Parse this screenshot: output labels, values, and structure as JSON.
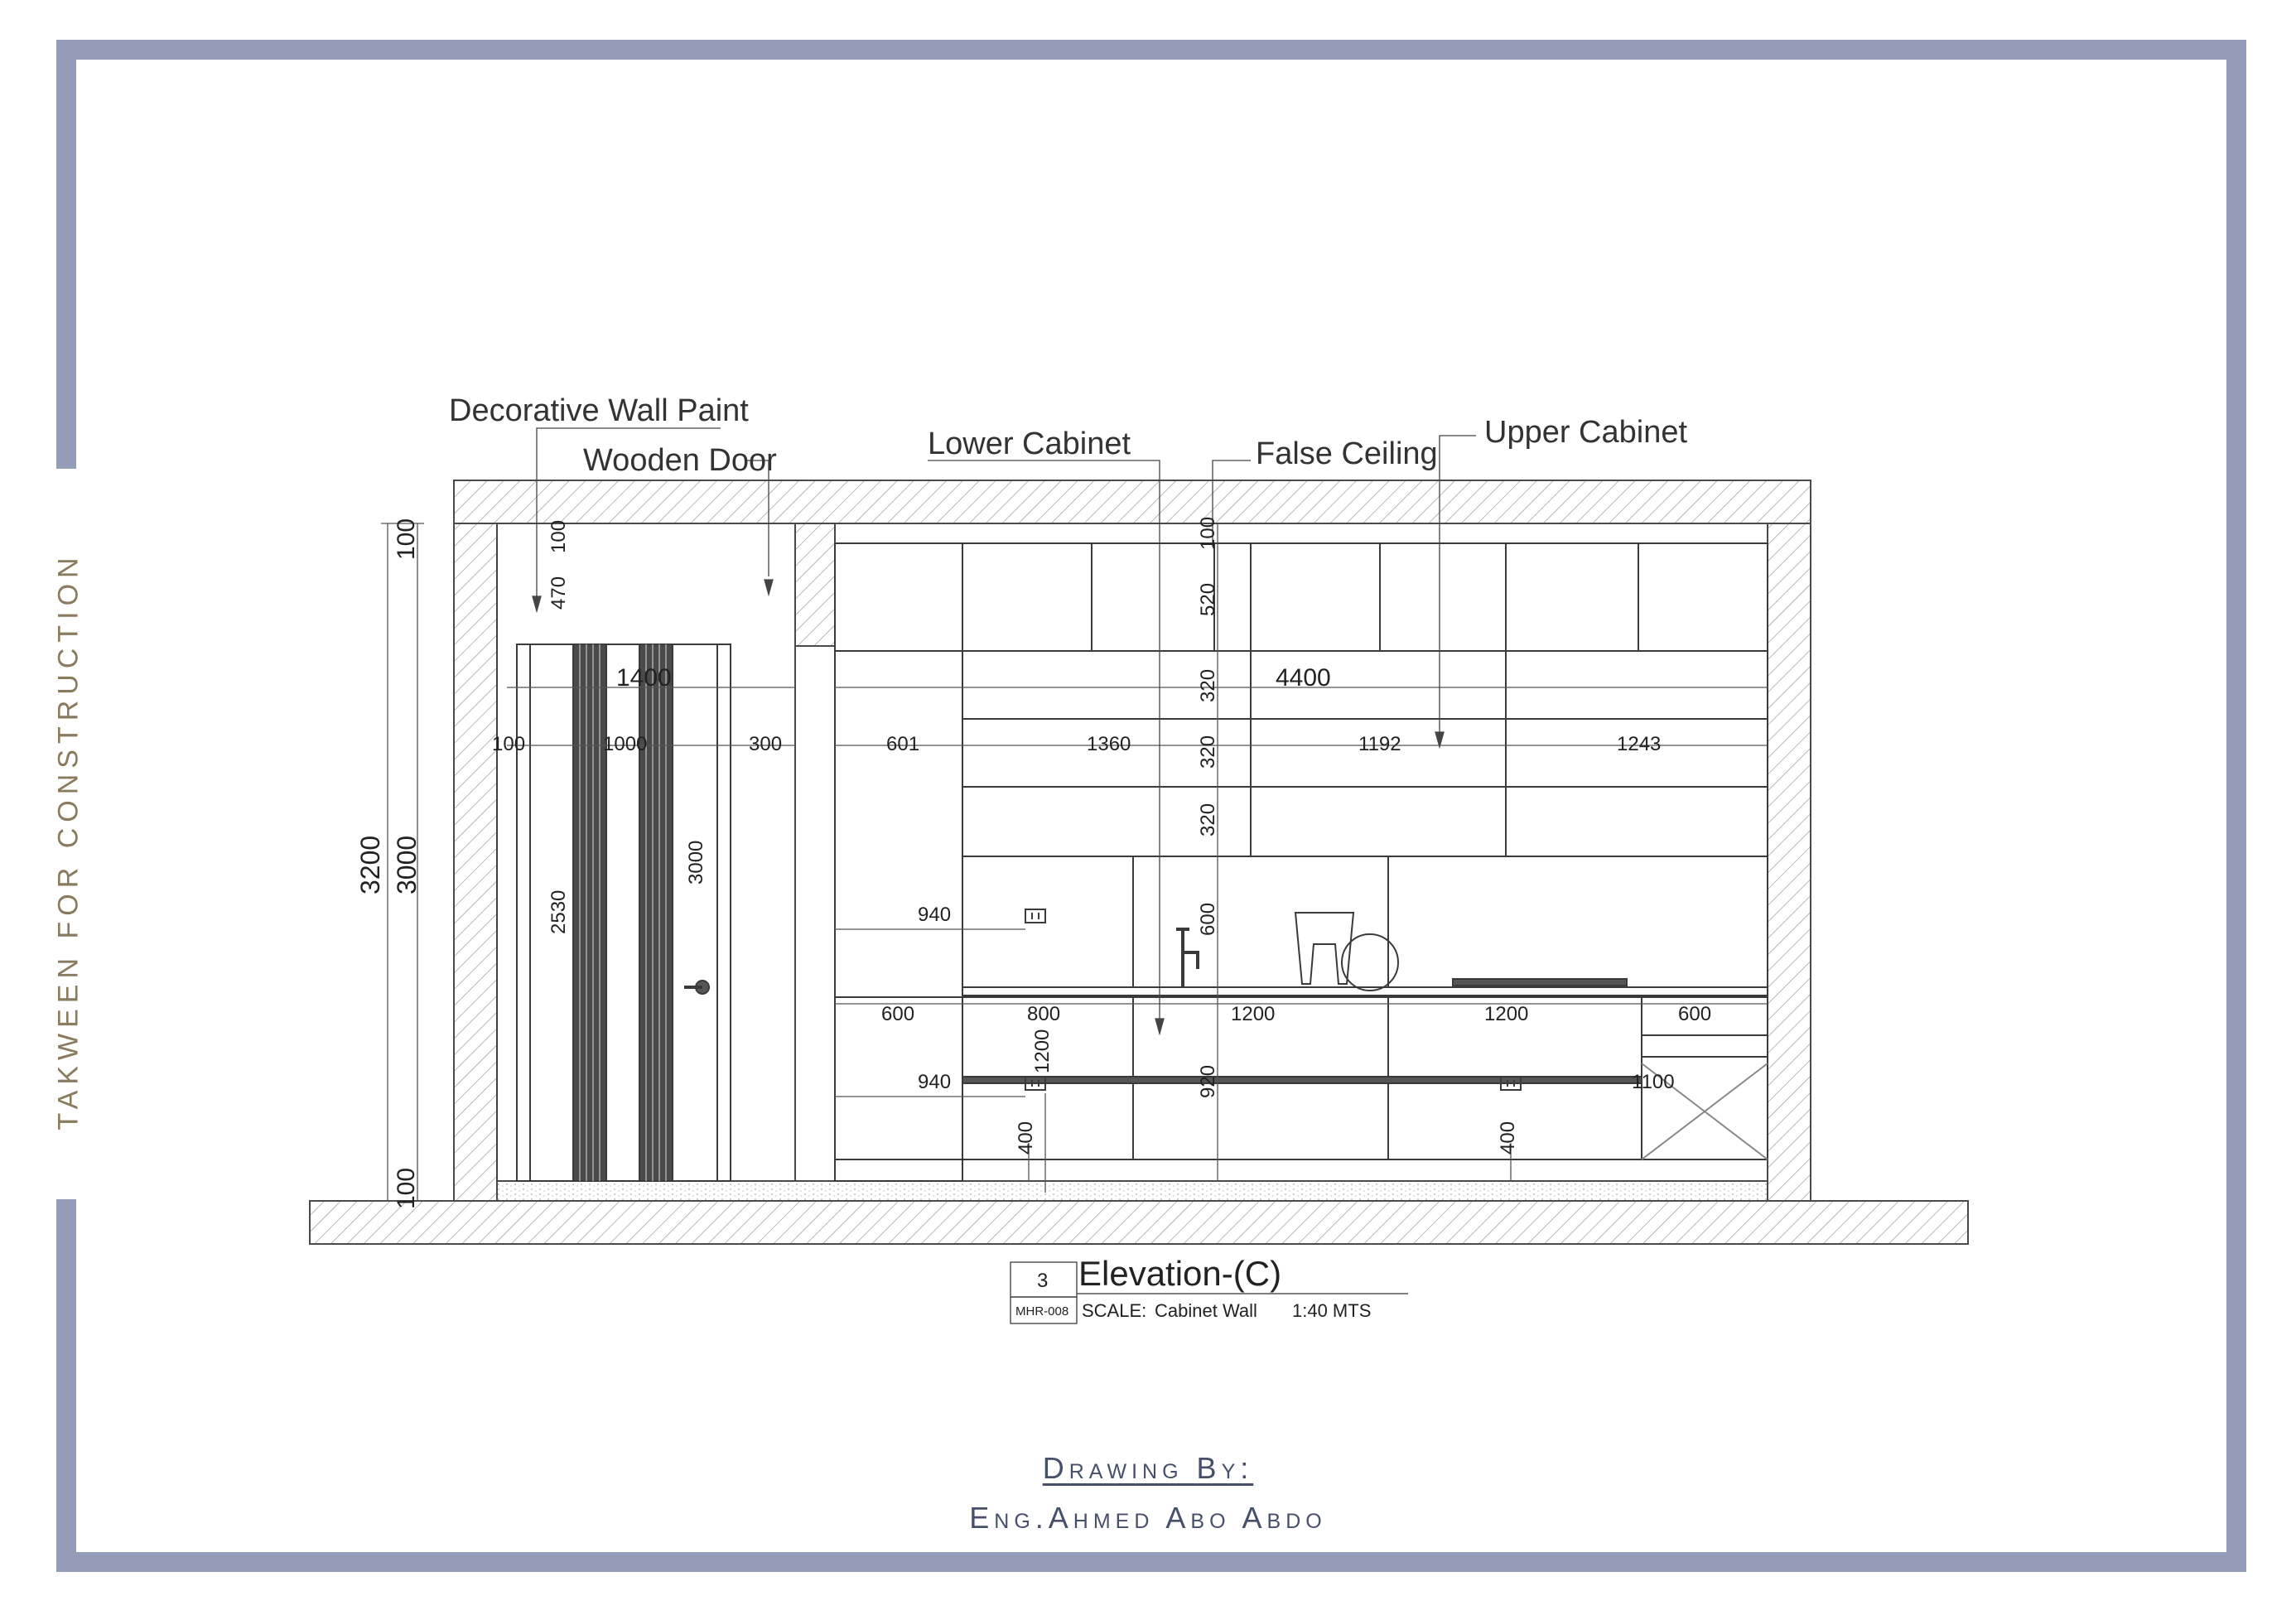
{
  "side_title": "TAKWEEN FOR CONSTRUCTION",
  "callouts": {
    "decorative_wall_paint": "Decorative Wall Paint",
    "wooden_door": "Wooden Door",
    "lower_cabinet": "Lower Cabinet",
    "false_ceiling": "False Ceiling",
    "upper_cabinet": "Upper Cabinet"
  },
  "dimensions": {
    "overall_height_outer": "3200",
    "overall_height_inner": "3000",
    "top_slab": "100",
    "bottom_slab": "100",
    "door_top_100": "100",
    "door_transom_470": "470",
    "door_leaf_2530": "2530",
    "door_frame_3000": "3000",
    "door_zone_width": "1400",
    "door_left_100": "100",
    "door_width_1000": "1000",
    "door_right_300": "300",
    "wall_width": "4400",
    "upper_column_601": "601",
    "upper_1360": "1360",
    "upper_1192": "1192",
    "upper_1243": "1243",
    "v_100": "100",
    "v_520": "520",
    "v_320a": "320",
    "v_320b": "320",
    "v_320c": "320",
    "v_600": "600",
    "v_920": "920",
    "v_1200": "1200",
    "socket_940_upper": "940",
    "socket_940_lower": "940",
    "base_600_left": "600",
    "base_800": "800",
    "base_1200a": "1200",
    "base_1200b": "1200",
    "base_600_right": "600",
    "socket_1100": "1100",
    "socket_400_left": "400",
    "socket_400_right": "400"
  },
  "title_block": {
    "number": "3",
    "title": "Elevation-(C)",
    "sheet_ref": "MHR-008",
    "scale_label": "SCALE:",
    "drawing_name": "Cabinet Wall",
    "scale_value": "1:40 MTS"
  },
  "credits": {
    "drawing_by": "Drawing By:",
    "engineer": "Eng.Ahmed Abo Abdo"
  },
  "colors": {
    "frame": "#949db8",
    "side_title": "#8a7a5e",
    "line": "#3a3a3a",
    "credits": "#46506a"
  }
}
